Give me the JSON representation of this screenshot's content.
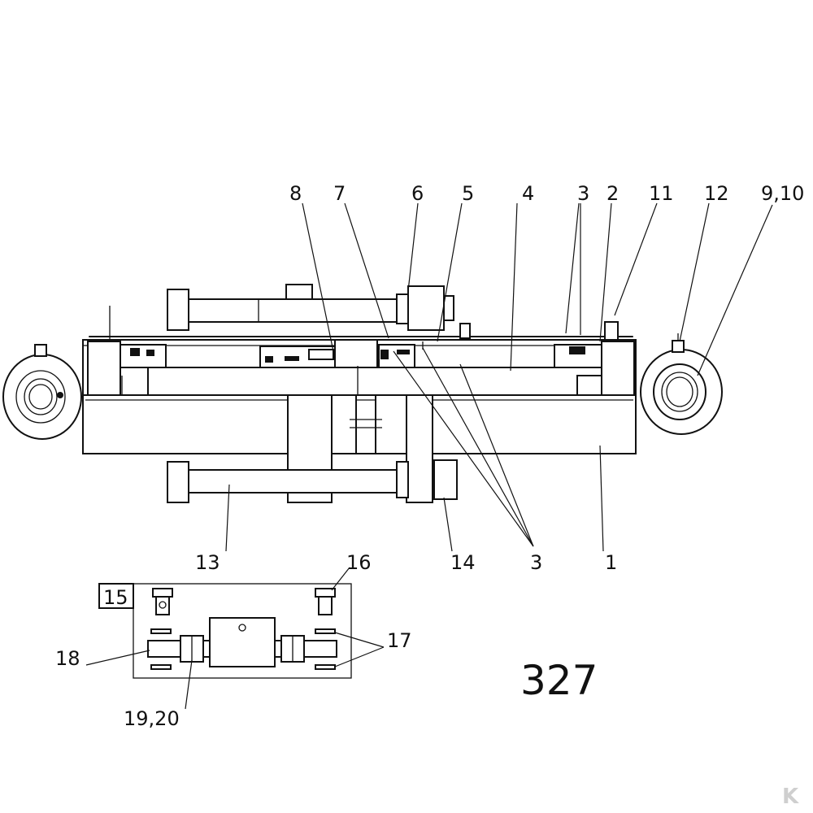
{
  "drawing_number": "327",
  "watermark": "K",
  "callouts": {
    "c8": "8",
    "c7": "7",
    "c6": "6",
    "c5": "5",
    "c4": "4",
    "c3_top": "3",
    "c2": "2",
    "c11": "11",
    "c12": "12",
    "c9_10": "9,10",
    "c13": "13",
    "c14": "14",
    "c3_bottom": "3",
    "c1": "1",
    "c15": "15",
    "c16": "16",
    "c17": "17",
    "c18": "18",
    "c19_20": "19,20"
  }
}
